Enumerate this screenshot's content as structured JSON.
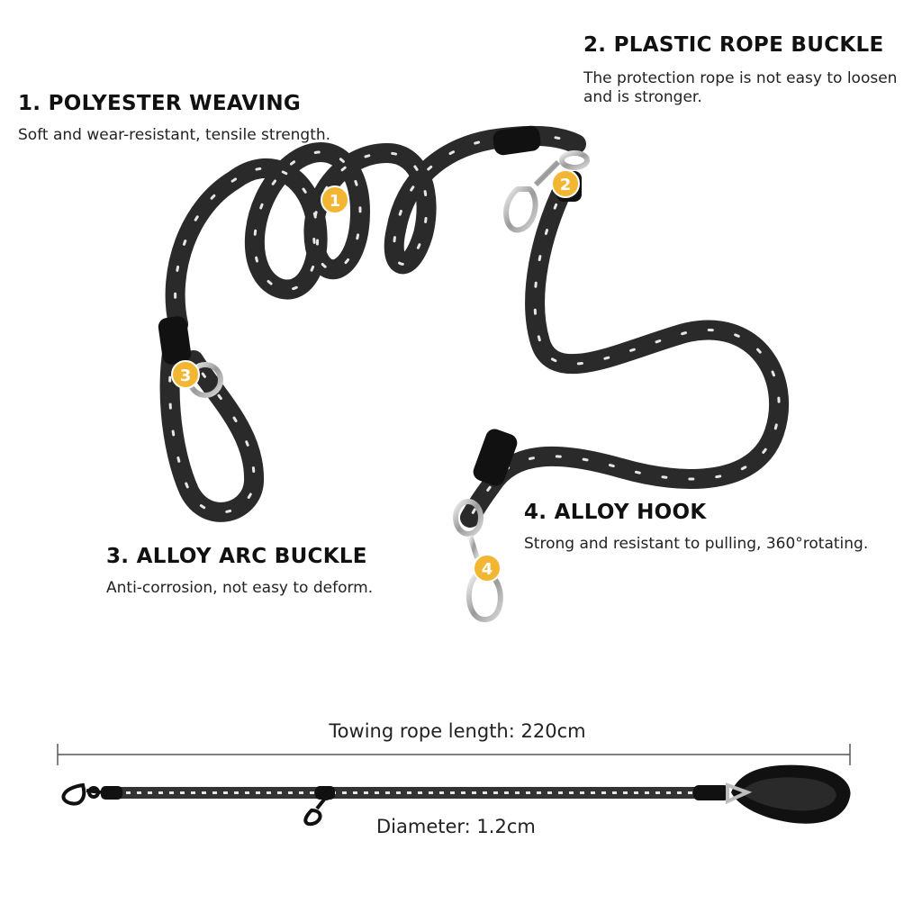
{
  "features": [
    {
      "number": "1",
      "title": "1. POLYESTER WEAVING",
      "description": "Soft and wear-resistant, tensile strength."
    },
    {
      "number": "2",
      "title": "2. PLASTIC ROPE BUCKLE",
      "description": "The protection rope is not easy to loosen and is stronger."
    },
    {
      "number": "3",
      "title": "3. ALLOY ARC BUCKLE",
      "description": "Anti-corrosion, not easy to deform."
    },
    {
      "number": "4",
      "title": "4. ALLOY HOOK",
      "description": "Strong and resistant to pulling, 360°rotating."
    }
  ],
  "measurements": {
    "length_label": "Towing rope length: 220cm",
    "diameter_label": "Diameter: 1.2cm"
  },
  "colors": {
    "rope": "#2a2a2a",
    "reflective_stripe": "#e6e6e6",
    "badge": "#f2b632",
    "metal": "#a8a8a8",
    "text": "#111111"
  },
  "icons": [
    "numbered-badge-icon",
    "swivel-hook-icon",
    "o-ring-icon",
    "padded-handle-icon"
  ]
}
